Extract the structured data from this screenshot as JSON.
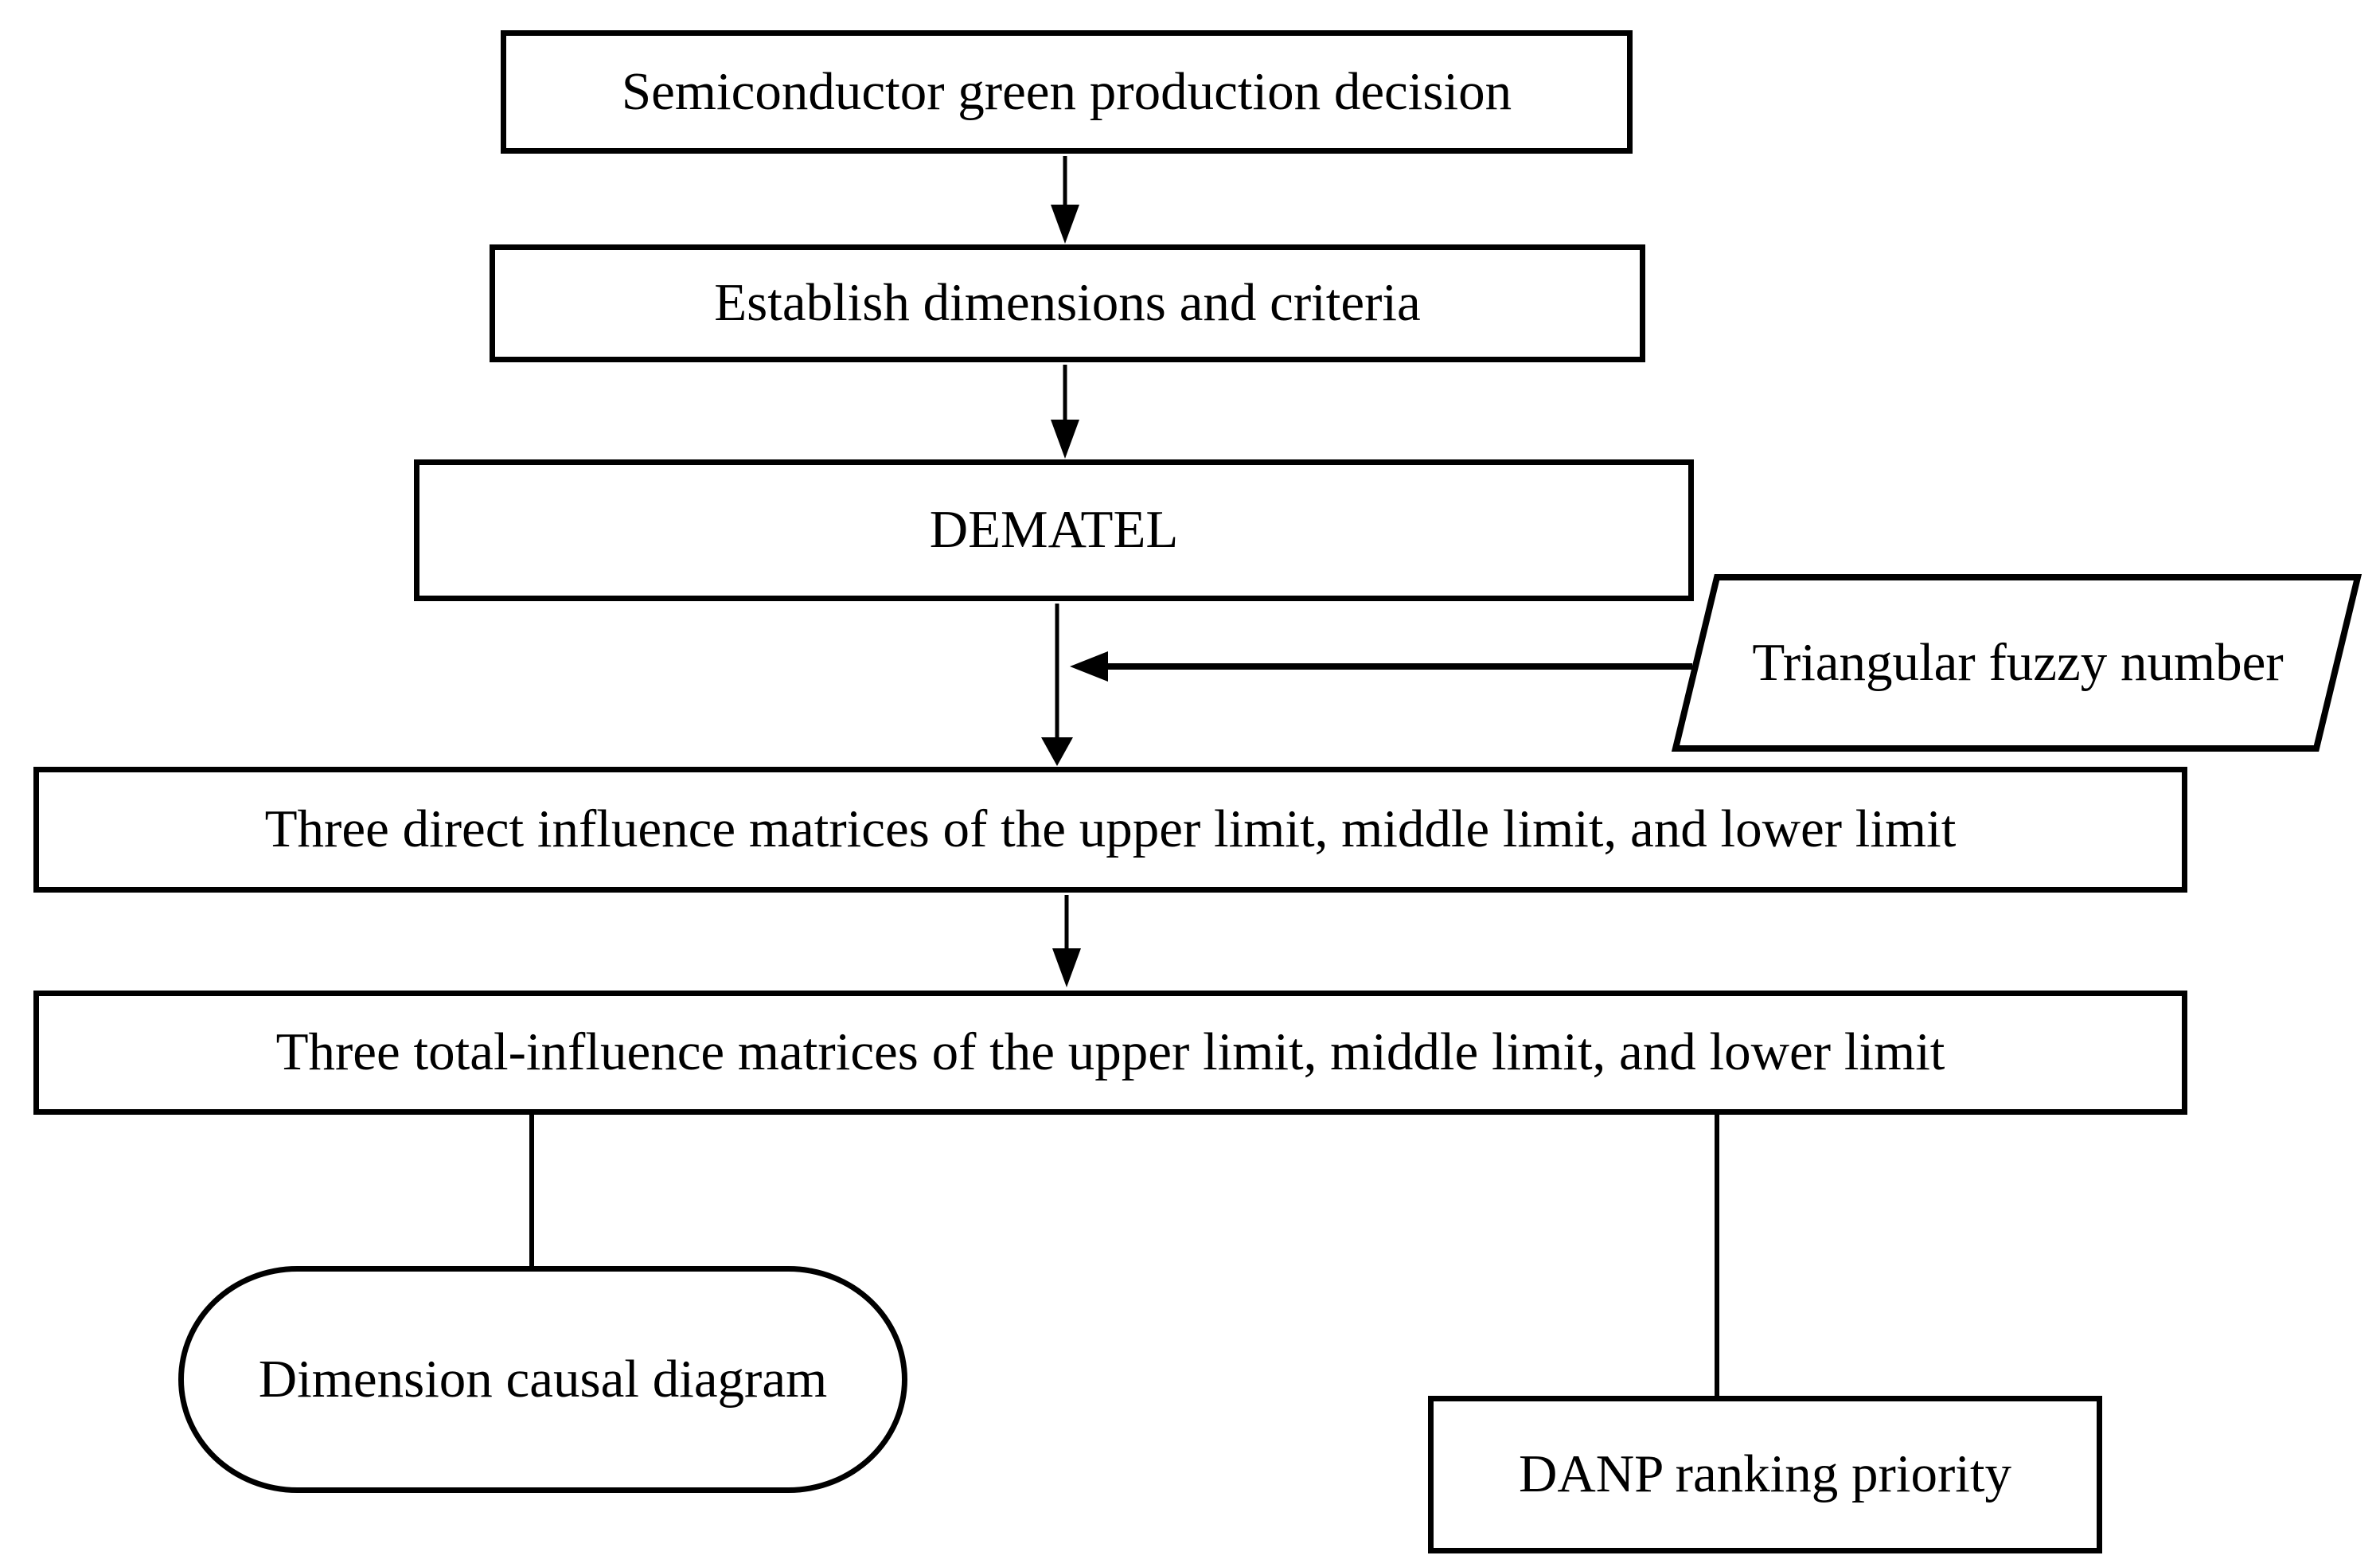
{
  "diagram": {
    "nodes": {
      "decision": {
        "label": "Semiconductor green production decision",
        "shape": "rectangle"
      },
      "establish": {
        "label": "Establish dimensions and criteria",
        "shape": "rectangle"
      },
      "dematel": {
        "label": "DEMATEL",
        "shape": "rectangle"
      },
      "fuzzy": {
        "label": "Triangular fuzzy number",
        "shape": "parallelogram"
      },
      "direct": {
        "label": "Three direct influence matrices of the upper limit, middle limit, and lower limit",
        "shape": "rectangle"
      },
      "total": {
        "label": "Three total-influence matrices of the upper limit, middle limit, and lower limit",
        "shape": "rectangle"
      },
      "causal": {
        "label": "Dimension causal diagram",
        "shape": "rounded-rectangle"
      },
      "danp": {
        "label": "DANP ranking priority",
        "shape": "rectangle"
      }
    },
    "edges": [
      {
        "from": "decision",
        "to": "establish",
        "type": "arrow"
      },
      {
        "from": "establish",
        "to": "dematel",
        "type": "arrow"
      },
      {
        "from": "dematel",
        "to": "direct",
        "type": "arrow"
      },
      {
        "from": "fuzzy",
        "to": "dematel-direct-connector",
        "type": "arrow"
      },
      {
        "from": "direct",
        "to": "total",
        "type": "arrow"
      },
      {
        "from": "total",
        "to": "causal",
        "type": "line"
      },
      {
        "from": "total",
        "to": "danp",
        "type": "line"
      }
    ],
    "colors": {
      "stroke": "#000000",
      "fill": "#ffffff",
      "text": "#000000"
    }
  }
}
